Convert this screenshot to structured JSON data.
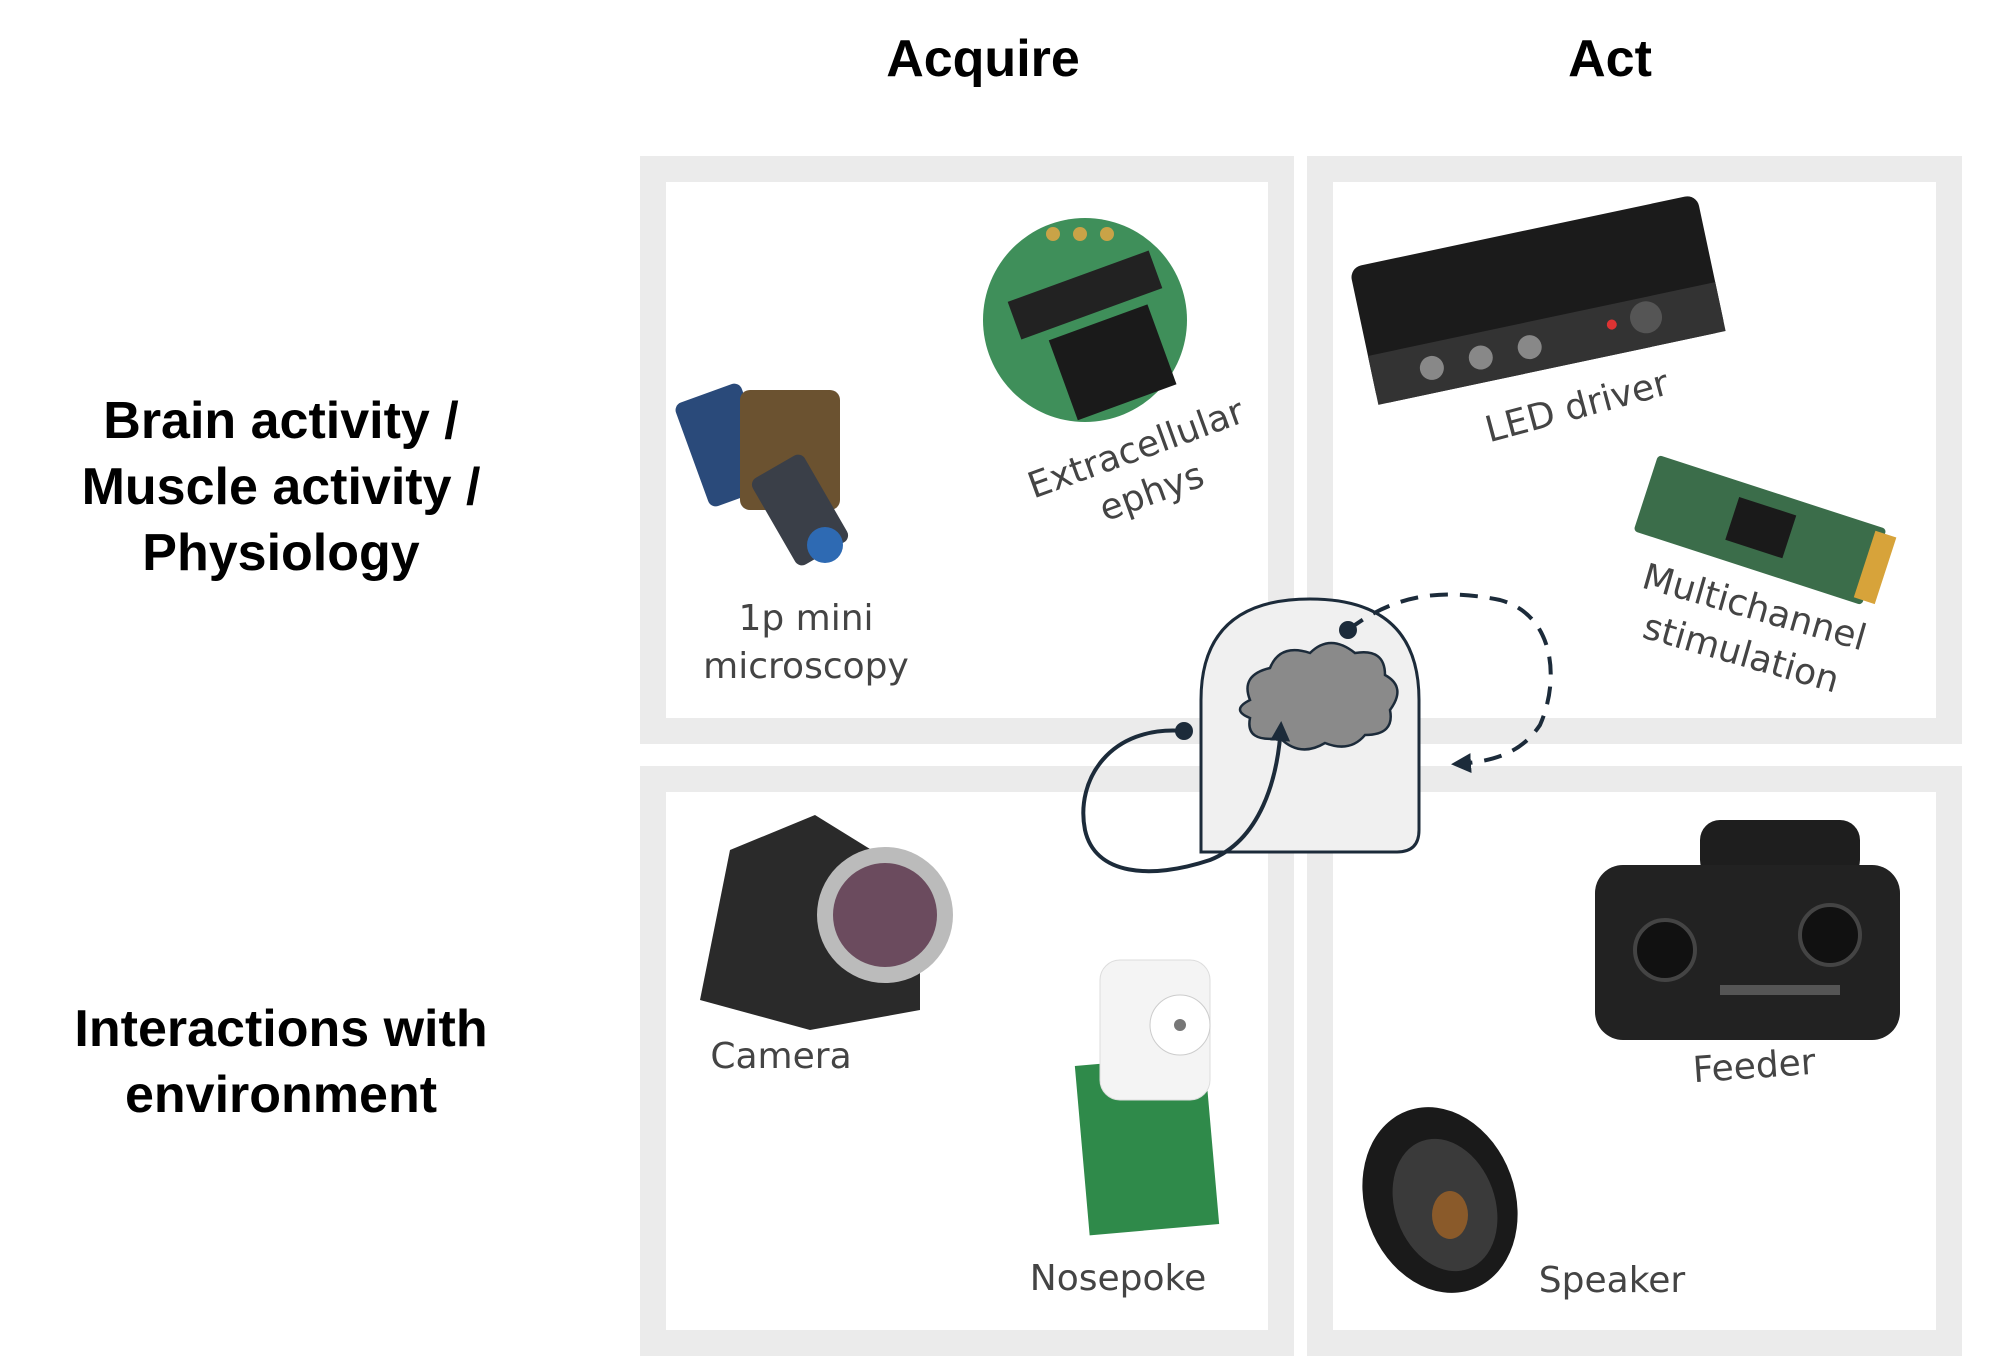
{
  "columns": {
    "acquire": "Acquire",
    "act": "Act"
  },
  "rows": {
    "physiology": [
      "Brain activity /",
      "Muscle activity /",
      "Physiology"
    ],
    "environment": [
      "Interactions with",
      "environment"
    ]
  },
  "devices": {
    "miniscope": [
      "1p mini",
      "microscopy"
    ],
    "ephys": [
      "Extracellular",
      "ephys"
    ],
    "led_driver": "LED driver",
    "stimulation": [
      "Multichannel",
      "stimulation"
    ],
    "camera": "Camera",
    "nosepoke": "Nosepoke",
    "feeder": "Feeder",
    "speaker": "Speaker"
  },
  "colors": {
    "panel_border": "#ebebeb",
    "arrow": "#1c2b3a",
    "head_fill": "#f0f0f0",
    "cloud": "#8a8a8a"
  }
}
